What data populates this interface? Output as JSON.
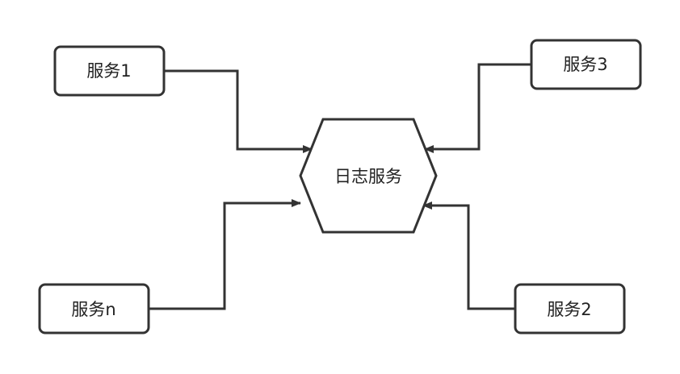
{
  "diagram": {
    "nodes": {
      "service1": {
        "label": "服务1"
      },
      "service2": {
        "label": "服务2"
      },
      "service3": {
        "label": "服务3"
      },
      "servicen": {
        "label": "服务n"
      },
      "log_service": {
        "label": "日志服务"
      }
    },
    "edges": [
      {
        "from": "服务1",
        "to": "日志服务"
      },
      {
        "from": "服务2",
        "to": "日志服务"
      },
      {
        "from": "服务3",
        "to": "日志服务"
      },
      {
        "from": "服务n",
        "to": "日志服务"
      }
    ],
    "colors": {
      "stroke": "#333333",
      "text": "#222222",
      "fill": "#ffffff",
      "background": "#ffffff"
    }
  }
}
